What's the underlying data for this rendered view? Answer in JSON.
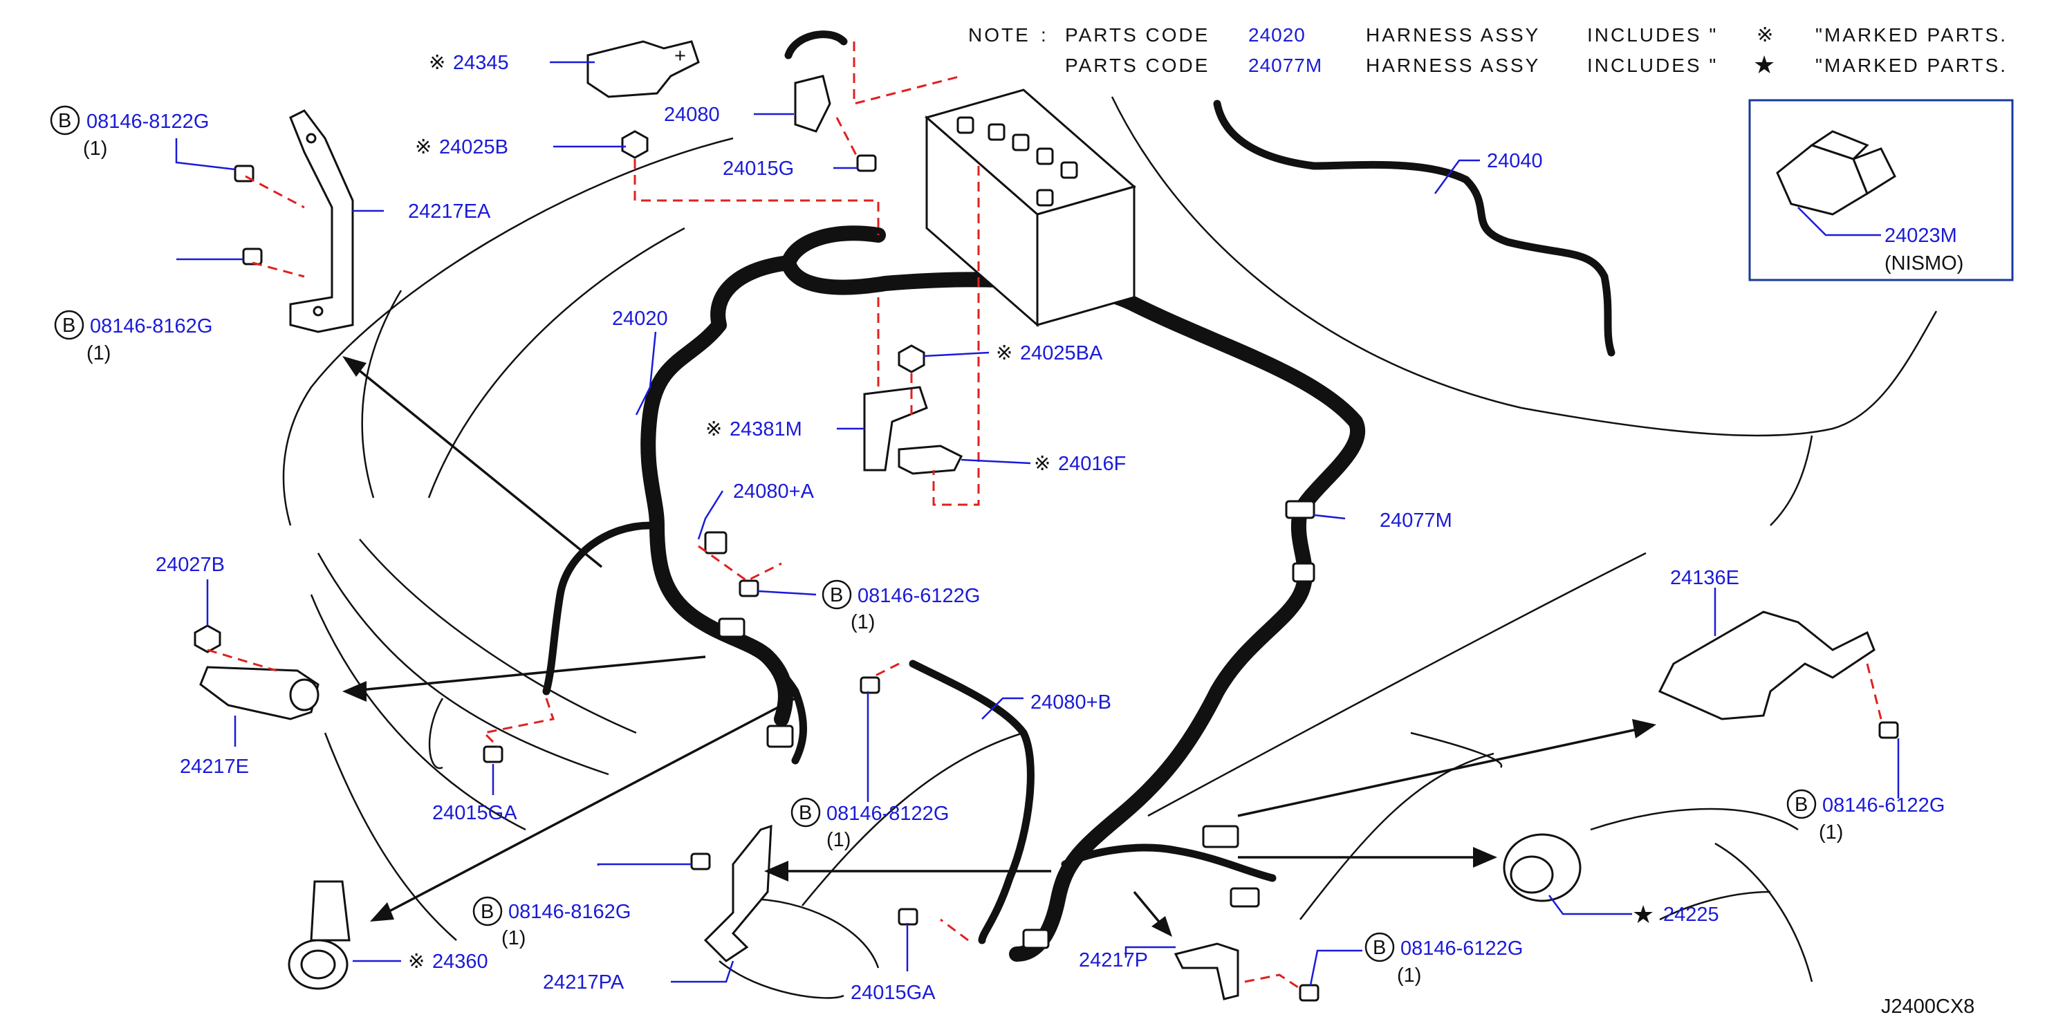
{
  "note": {
    "prefix": "NOTE",
    "colon": ":",
    "line1": {
      "parts_code": "PARTS CODE",
      "code": "24020",
      "text": "HARNESS ASSY",
      "includes": "INCLUDES \"",
      "symbol": "※",
      "marked": "\"MARKED PARTS."
    },
    "line2": {
      "parts_code": "PARTS CODE",
      "code": "24077M",
      "text": "HARNESS ASSY",
      "includes": "INCLUDES \"",
      "symbol": "★",
      "marked": "\"MARKED PARTS."
    }
  },
  "bolt_marker": "B",
  "ref_mark": "※",
  "star_mark": "★",
  "labels": {
    "p24345": "24345",
    "p08146_8122G_a": "08146-8122G",
    "p08146_8122G_a_qty": "(1)",
    "p24025B": "24025B",
    "p24080": "24080",
    "p24015G": "24015G",
    "p24217EA": "24217EA",
    "p08146_8162G_a": "08146-8162G",
    "p08146_8162G_a_qty": "(1)",
    "p24020": "24020",
    "p24025BA": "24025BA",
    "p24381M": "24381M",
    "p24016F": "24016F",
    "p24080A": "24080+A",
    "p08146_6122G_a": "08146-6122G",
    "p08146_6122G_a_qty": "(1)",
    "p24027B": "24027B",
    "p24217E": "24217E",
    "p24015GA_a": "24015GA",
    "p24080B": "24080+B",
    "p08146_8122G_b": "08146-8122G",
    "p08146_8122G_b_qty": "(1)",
    "p08146_8162G_b": "08146-8162G",
    "p08146_8162G_b_qty": "(1)",
    "p24360": "24360",
    "p24217PA": "24217PA",
    "p24015GA_b": "24015GA",
    "p24217P": "24217P",
    "p08146_6122G_b": "08146-6122G",
    "p08146_6122G_b_qty": "(1)",
    "p24077M": "24077M",
    "p24040": "24040",
    "p24023M": "24023M",
    "p24023M_sub": "(NISMO)",
    "p24136E": "24136E",
    "p08146_6122G_c": "08146-6122G",
    "p08146_6122G_c_qty": "(1)",
    "p24225": "24225",
    "diagram_code": "J2400CX8"
  }
}
